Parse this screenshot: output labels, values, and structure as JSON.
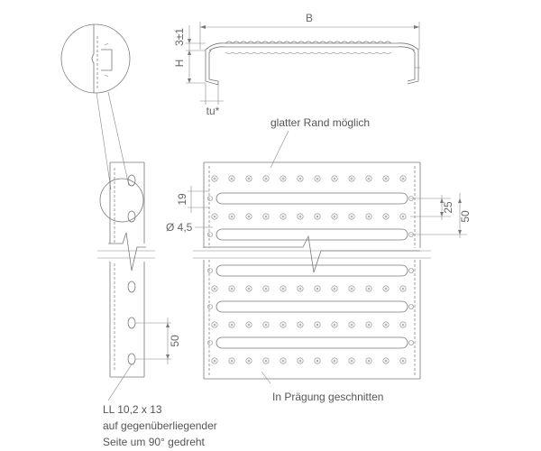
{
  "labels": {
    "dim_b": "B",
    "dim_h": "H",
    "dim_3pm1": "3±1",
    "dim_tu": "tu*",
    "note_top": "glatter Rand möglich",
    "dim_19": "19",
    "dim_d45": "Ø 4,5",
    "dim_25": "25",
    "dim_50_right": "50",
    "dim_50_left": "50",
    "note_bottom": "In Prägung geschnitten",
    "ll_line1": "LL 10,2 x 13",
    "ll_line2": "auf gegenüberliegender",
    "ll_line3": "Seite um 90° gedreht"
  },
  "colors": {
    "line": "#777777",
    "text": "#555555"
  }
}
